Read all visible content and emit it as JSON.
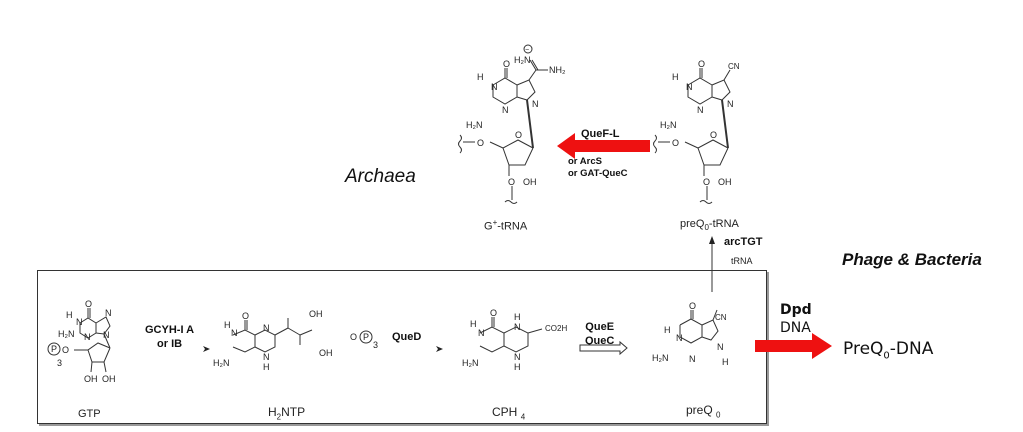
{
  "regions": {
    "archaea": "Archaea",
    "phage_bacteria": "Phage & Bacteria"
  },
  "compounds": {
    "gtp": "GTP",
    "h2ntp": {
      "main": "H",
      "sub": "2",
      "rest": "NTP"
    },
    "cph4": {
      "main": "CPH",
      "sub": "4"
    },
    "preq0": {
      "main": "preQ",
      "sub": "0"
    },
    "preq0_trna": {
      "main": "preQ",
      "sub": "0",
      "rest": "-tRNA"
    },
    "g_plus_trna": {
      "main": "G",
      "sup": "+",
      "rest": "-tRNA"
    },
    "preq0_dna": {
      "main": "PreQ",
      "sub": "0",
      "rest": "-DNA"
    }
  },
  "enzymes": {
    "gcyh": {
      "line1": "GCYH-I A",
      "line2": "or IB"
    },
    "qued": "QueD",
    "quee_quec": {
      "line1": "QueE",
      "line2": "QueC"
    },
    "arctgt": {
      "name": "arcTGT",
      "substrate": "tRNA"
    },
    "quefl": {
      "name": "QueF-L",
      "alt1": "or ArcS",
      "alt2": "or GAT-QueC"
    },
    "dpd": {
      "name": "Dpd",
      "substrate": "DNA"
    }
  },
  "atoms": {
    "O": "O",
    "N": "N",
    "H": "H",
    "H2N": "H₂N",
    "NH2": "NH₂",
    "OH": "OH",
    "CN": "CN",
    "CO2H": "CO2H",
    "P": "P",
    "three": "3",
    "minus": "−"
  },
  "colors": {
    "red_arrow": "#ee1111",
    "line": "#333333"
  }
}
